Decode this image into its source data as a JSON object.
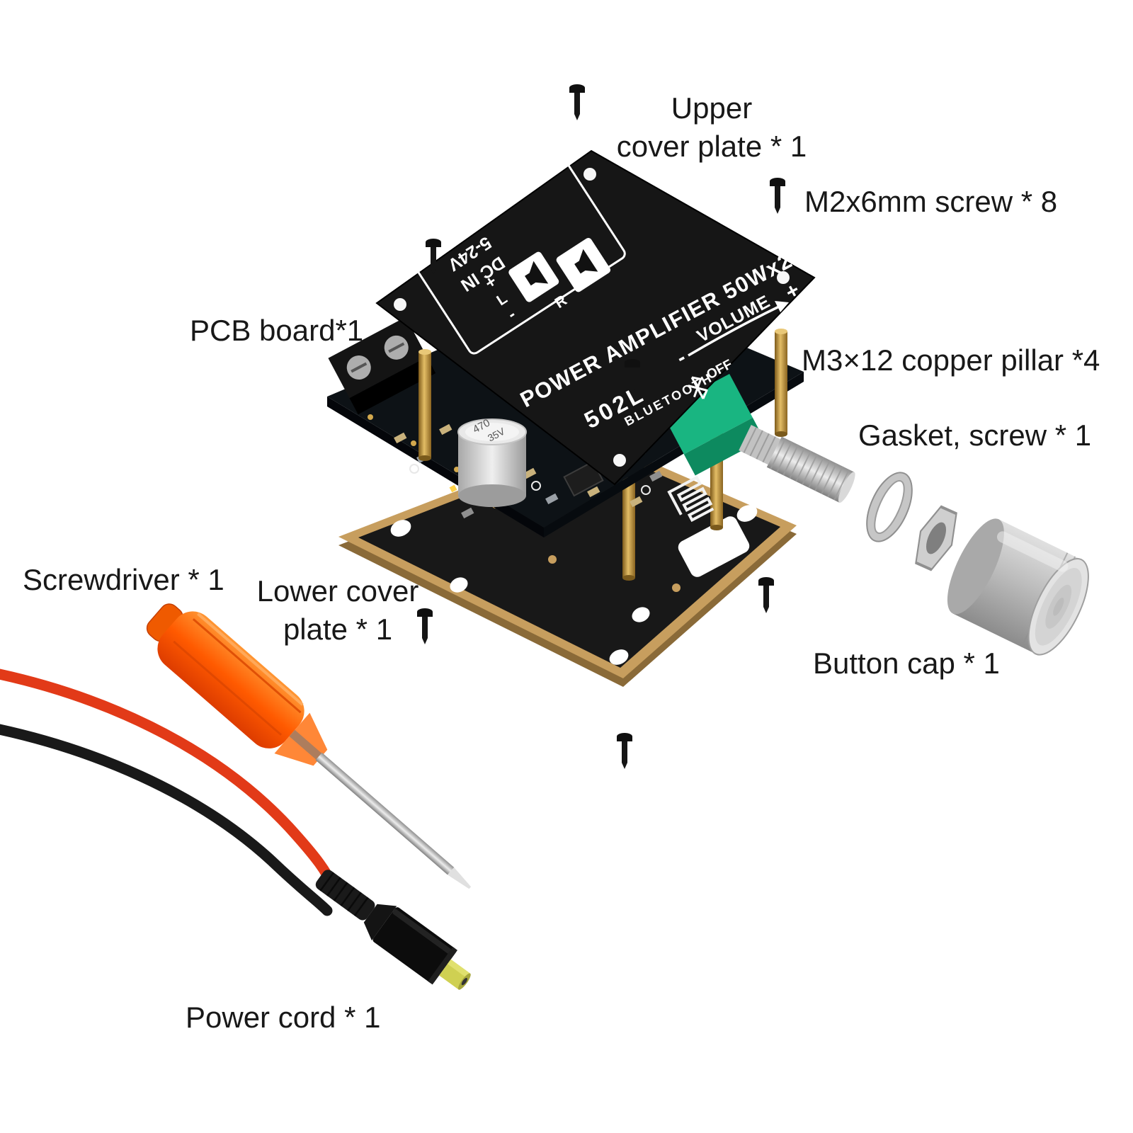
{
  "labels": {
    "upper_cover_line1": "Upper",
    "upper_cover_line2": "cover plate * 1",
    "m2_screw": "M2x6mm screw * 8",
    "pcb_board": "PCB board*1",
    "copper_pillar": "M3×12 copper pillar *4",
    "gasket_screw": "Gasket, screw * 1",
    "button_cap": "Button cap * 1",
    "screwdriver": "Screwdriver * 1",
    "lower_cover_line1": "Lower cover",
    "lower_cover_line2": "plate * 1",
    "power_cord": "Power cord * 1"
  },
  "board_markings": {
    "dc_in": "DC IN",
    "dc_range": "5-24V",
    "title": "POWER AMPLIFIER 50Wx2",
    "model": "502L",
    "volume": "VOLUME",
    "off": "OFF",
    "bluetooth": "BLUETOOTH",
    "plus": "+",
    "minus": "-",
    "left_channel": "L",
    "right_channel": "R"
  },
  "capacitor_markings": {
    "value": "470",
    "voltage": "35V"
  },
  "colors": {
    "cover_plate": "#161616",
    "lower_plate_gold": "#c79e5e",
    "pot_green": "#19b581",
    "pillar_gold": "#c9972f",
    "screwdriver_orange": "#ff5a00",
    "wire_red": "#e23a18",
    "wire_black": "#191919",
    "plug_tip": "#cfd052",
    "background": "#ffffff"
  }
}
